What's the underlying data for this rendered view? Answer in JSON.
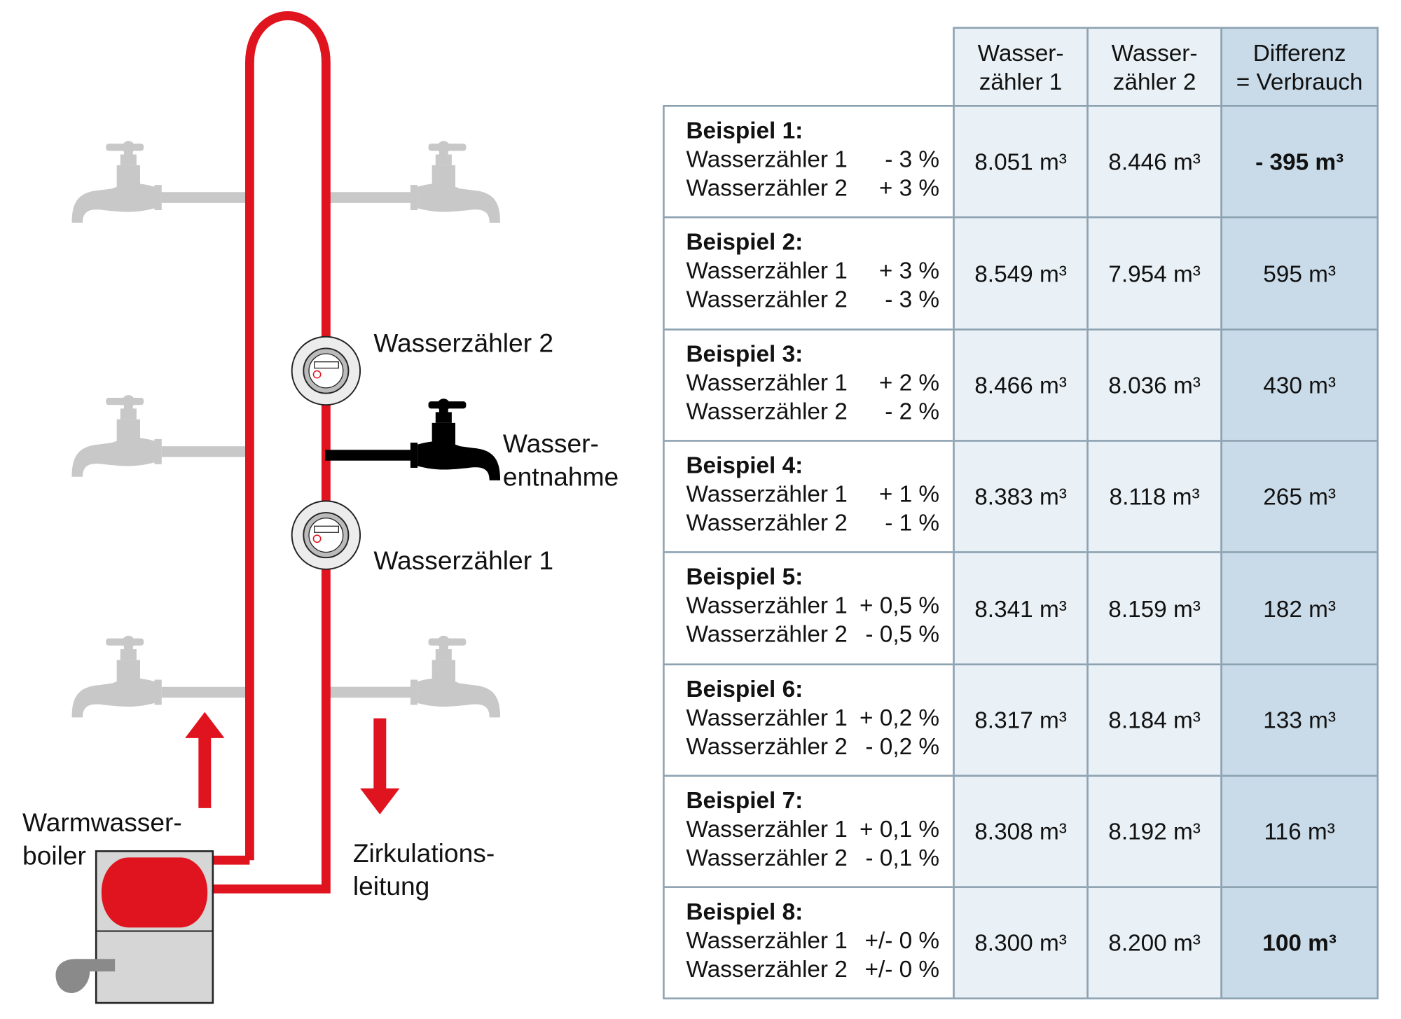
{
  "diagram": {
    "meter2_label": "Wasserzähler 2",
    "meter1_label": "Wasserzähler 1",
    "tap_label_1": "Wasser-",
    "tap_label_2": "entnahme",
    "boiler_label_1": "Warmwasser-",
    "boiler_label_2": "boiler",
    "circ_label_1": "Zirkulations-",
    "circ_label_2": "leitung",
    "colors": {
      "pipe": "#e0141e",
      "faucet_gray": "#c8c8c8",
      "active_faucet": "#000000"
    }
  },
  "table": {
    "headers": [
      [
        "Wasser-",
        "zähler 1"
      ],
      [
        "Wasser-",
        "zähler 2"
      ],
      [
        "Differenz",
        "= Verbrauch"
      ]
    ],
    "rows": [
      {
        "title": "Beispiel 1:",
        "l1": "Wasserzähler 1",
        "p1": "- 3 %",
        "l2": "Wasserzähler 2",
        "p2": "+ 3 %",
        "v1": "8.051 m³",
        "v2": "8.446 m³",
        "diff": "- 395 m³",
        "bold": true
      },
      {
        "title": "Beispiel 2:",
        "l1": "Wasserzähler 1",
        "p1": "+ 3 %",
        "l2": "Wasserzähler 2",
        "p2": "- 3 %",
        "v1": "8.549 m³",
        "v2": "7.954 m³",
        "diff": "595 m³",
        "bold": false
      },
      {
        "title": "Beispiel 3:",
        "l1": "Wasserzähler 1",
        "p1": "+ 2 %",
        "l2": "Wasserzähler 2",
        "p2": "- 2 %",
        "v1": "8.466 m³",
        "v2": "8.036 m³",
        "diff": "430 m³",
        "bold": false
      },
      {
        "title": "Beispiel 4:",
        "l1": "Wasserzähler 1",
        "p1": "+ 1 %",
        "l2": "Wasserzähler 2",
        "p2": "- 1 %",
        "v1": "8.383 m³",
        "v2": "8.118 m³",
        "diff": "265 m³",
        "bold": false
      },
      {
        "title": "Beispiel 5:",
        "l1": "Wasserzähler 1",
        "p1": "+ 0,5 %",
        "l2": "Wasserzähler 2",
        "p2": "- 0,5 %",
        "v1": "8.341 m³",
        "v2": "8.159 m³",
        "diff": "182 m³",
        "bold": false
      },
      {
        "title": "Beispiel 6:",
        "l1": "Wasserzähler 1",
        "p1": "+ 0,2 %",
        "l2": "Wasserzähler 2",
        "p2": "- 0,2 %",
        "v1": "8.317 m³",
        "v2": "8.184 m³",
        "diff": "133 m³",
        "bold": false
      },
      {
        "title": "Beispiel 7:",
        "l1": "Wasserzähler 1",
        "p1": "+ 0,1 %",
        "l2": "Wasserzähler 2",
        "p2": "- 0,1 %",
        "v1": "8.308 m³",
        "v2": "8.192 m³",
        "diff": "116 m³",
        "bold": false
      },
      {
        "title": "Beispiel 8:",
        "l1": "Wasserzähler 1",
        "p1": "+/- 0 %",
        "l2": "Wasserzähler 2",
        "p2": "+/- 0 %",
        "v1": "8.300 m³",
        "v2": "8.200 m³",
        "diff": "100 m³",
        "bold": true
      }
    ]
  }
}
